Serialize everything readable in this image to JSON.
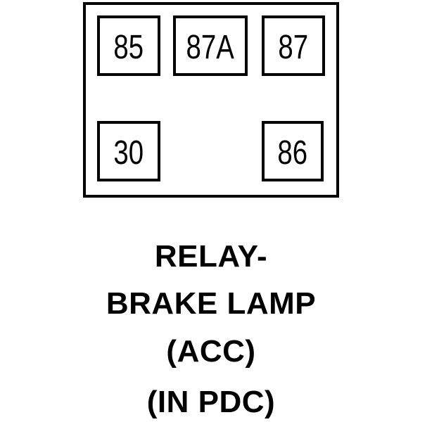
{
  "diagram": {
    "type": "relay-pinout",
    "component": {
      "pins": [
        {
          "id": "85",
          "label": "85",
          "position": "top-left"
        },
        {
          "id": "87A",
          "label": "87A",
          "position": "top-center"
        },
        {
          "id": "87",
          "label": "87",
          "position": "top-right"
        },
        {
          "id": "30",
          "label": "30",
          "position": "bottom-left"
        },
        {
          "id": "86",
          "label": "86",
          "position": "bottom-right"
        }
      ]
    },
    "caption": {
      "lines": [
        "RELAY-",
        "BRAKE LAMP",
        "(ACC)",
        "(IN PDC)"
      ],
      "full_text": "RELAY- BRAKE LAMP (ACC) (IN PDC)"
    },
    "colors": {
      "line": "#000000",
      "background": "#ffffff",
      "text": "#000000"
    }
  }
}
